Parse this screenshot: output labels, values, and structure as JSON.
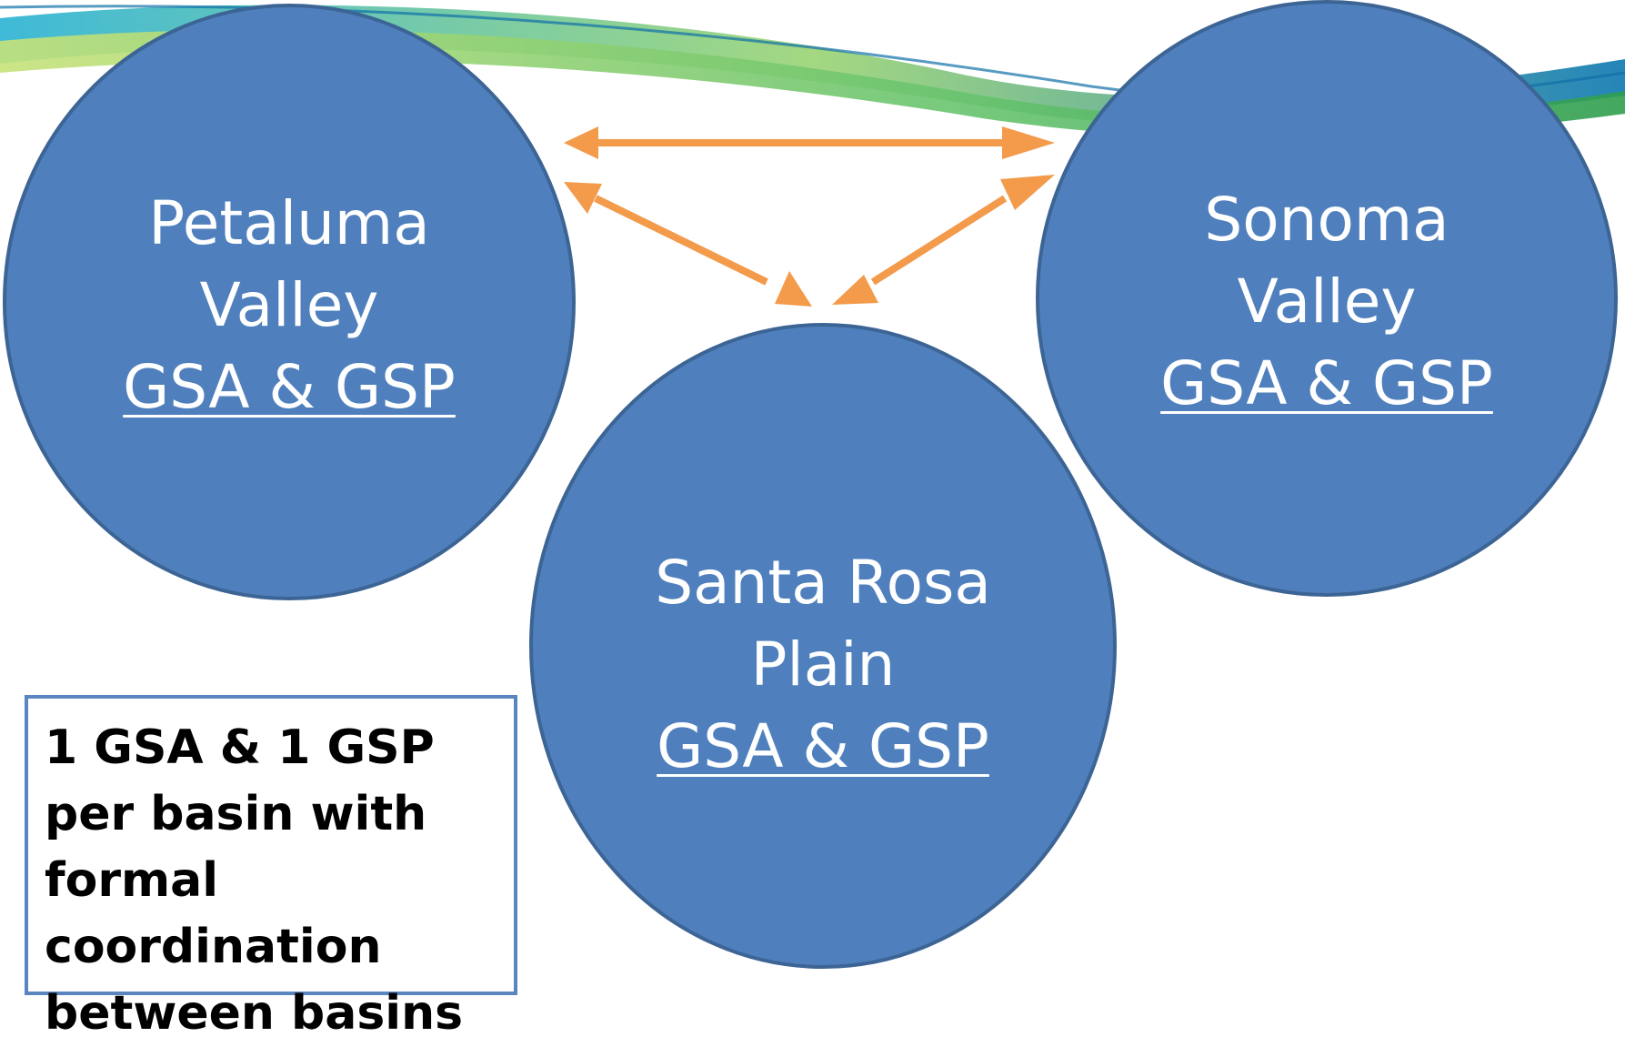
{
  "nodes": {
    "petaluma": {
      "name1": "Petaluma",
      "name2": "Valley",
      "tag": "GSA & GSP"
    },
    "sonoma": {
      "name1": "Sonoma",
      "name2": "Valley",
      "tag": "GSA & GSP"
    },
    "santa_rosa": {
      "name1": "Santa Rosa",
      "name2": "Plain",
      "tag": "GSA & GSP"
    }
  },
  "note": {
    "text": "1 GSA & 1 GSP per basin with formal coordination between basins"
  },
  "colors": {
    "circle_fill": "#4f80bd",
    "circle_stroke": "#3c6494",
    "arrow": "#f39a4b",
    "note_border": "#5a86c0"
  }
}
